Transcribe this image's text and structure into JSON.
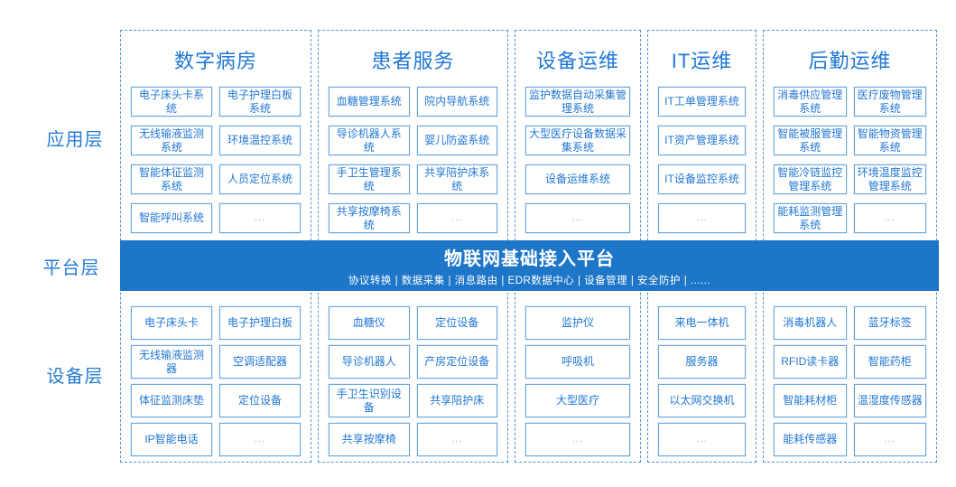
{
  "layers": {
    "application": {
      "label": "应用层"
    },
    "platform": {
      "label": "平台层",
      "title": "物联网基础接入平台",
      "subtitle": "协议转换 | 数据采集 | 消息路由 | EDR数据中心 | 设备管理 | 安全防护 | ......"
    },
    "device": {
      "label": "设备层"
    }
  },
  "columns": [
    {
      "title": "数字病房",
      "apps": [
        "电子床头卡系统",
        "电子护理白板系统",
        "无线输液监测系统",
        "环境温控系统",
        "智能体征监测系统",
        "人员定位系统",
        "智能呼叫系统",
        "..."
      ],
      "devices": [
        "电子床头卡",
        "电子护理白板",
        "无线输液监测器",
        "空调适配器",
        "体征监测床垫",
        "定位设备",
        "IP智能电话",
        "..."
      ]
    },
    {
      "title": "患者服务",
      "apps": [
        "血糖管理系统",
        "院内导航系统",
        "导诊机器人系统",
        "婴儿防盗系统",
        "手卫生管理系统",
        "共享陪护床系统",
        "共享按摩椅系统",
        "..."
      ],
      "devices": [
        "血糖仪",
        "定位设备",
        "导诊机器人",
        "产房定位设备",
        "手卫生识别设备",
        "共享陪护床",
        "共享按摩椅",
        "..."
      ]
    },
    {
      "title": "设备运维",
      "apps": [
        "监护数据自动采集管理系统",
        "大型医疗设备数据采集系统",
        "设备运维系统",
        "..."
      ],
      "devices": [
        "监护仪",
        "呼吸机",
        "大型医疗",
        "..."
      ]
    },
    {
      "title": "IT运维",
      "apps": [
        "IT工单管理系统",
        "IT资产管理系统",
        "IT设备监控系统",
        "..."
      ],
      "devices": [
        "来电一体机",
        "服务器",
        "以太网交换机",
        "..."
      ]
    },
    {
      "title": "后勤运维",
      "apps": [
        "消毒供应管理系统",
        "医疗废物管理系统",
        "智能被服管理系统",
        "智能物资管理系统",
        "智能冷链监控管理系统",
        "环境温度监控管理系统",
        "能耗监测管理系统",
        "..."
      ],
      "devices": [
        "消毒机器人",
        "蓝牙标签",
        "RFID读卡器",
        "智能药柜",
        "智能耗材柜",
        "温湿度传感器",
        "能耗传感器",
        "..."
      ]
    }
  ],
  "colors": {
    "platform_band": "#1e76c8",
    "accent_text": "#2277d2",
    "box_border": "#6aa6de",
    "dashed_border": "#4f93d8",
    "layer_label": "#2b7cd1"
  }
}
